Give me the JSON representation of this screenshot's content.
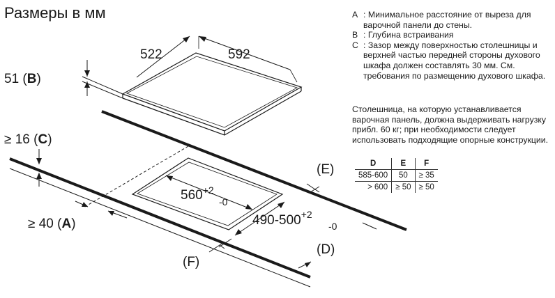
{
  "title": "Размеры в мм",
  "labels": {
    "w522": "522",
    "w592": "592",
    "h51_num": "51 (",
    "h51_key": "B",
    "h51_end": ")",
    "g16_num": "≥ 16 (",
    "g16_key": "C",
    "g16_end": ")",
    "g40_num": "≥ 40 (",
    "g40_key": "A",
    "g40_end": ")",
    "cut560": "560",
    "cut560_up": "+2",
    "cut560_down": "-0",
    "cut490": "490-500",
    "cut490_up": "+2",
    "cut490_down": "-0",
    "e": "(E)",
    "d": "(D)",
    "f": "(F)"
  },
  "notes": [
    {
      "key": "A",
      "text": ": Минимальное расстояние от выреза для варочной панели до стены."
    },
    {
      "key": "B",
      "text": ": Глубина встраивания"
    },
    {
      "key": "C",
      "text": ": Зазор между поверхностью столешницы и верхней частью передней стороны духового шкафа должен составлять 30 мм. См. требования по размещению духового шкафа."
    }
  ],
  "paragraph": "Столешница, на которую устанавливается варочная панель, должна выдерживать нагрузку прибл. 60 кг; при необходимости следует использовать подходящие опорные конструкции.",
  "table": {
    "headers": [
      "D",
      "E",
      "F"
    ],
    "rows": [
      [
        "585-600",
        "50",
        "≥ 35"
      ],
      [
        "> 600",
        "≥ 50",
        "≥ 50"
      ]
    ]
  }
}
